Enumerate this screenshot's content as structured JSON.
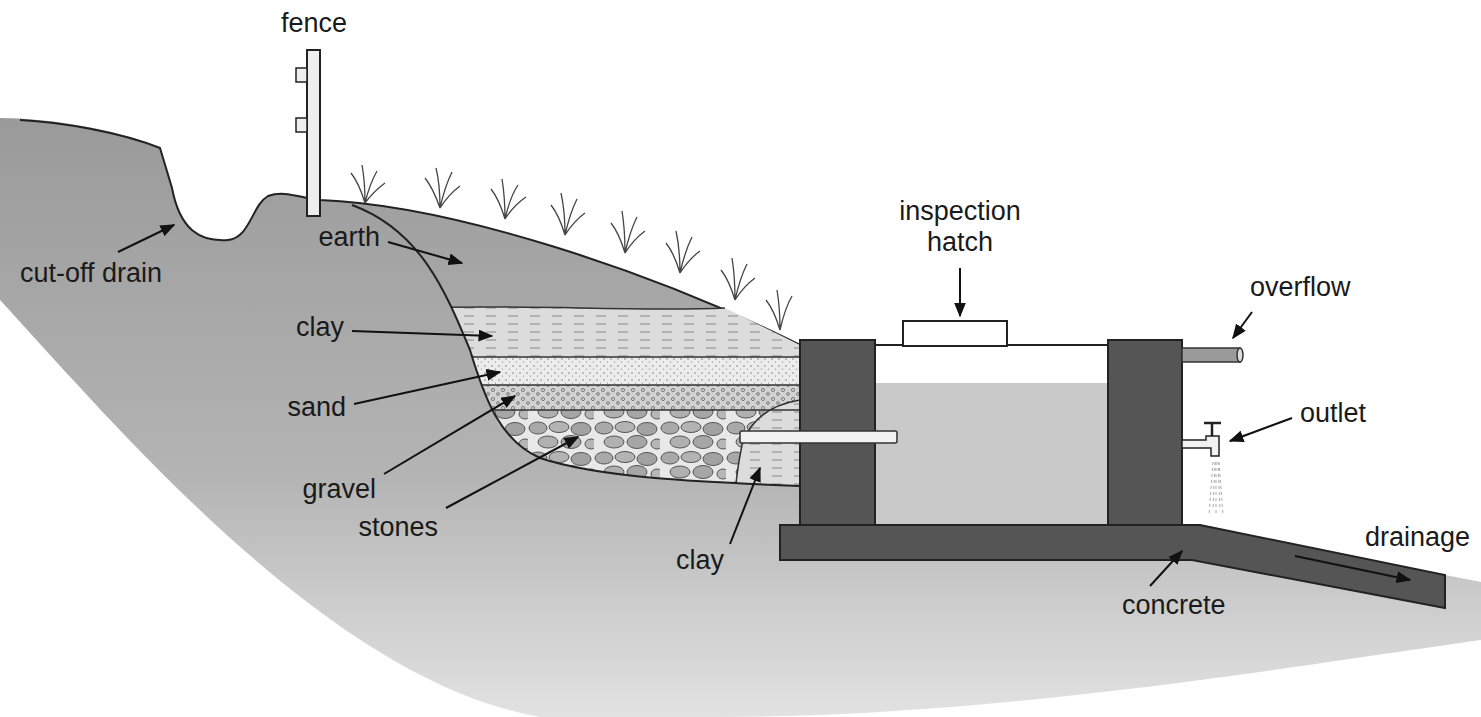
{
  "diagram": {
    "labels": [
      "fence",
      "cut-off drain",
      "earth",
      "clay",
      "sand",
      "gravel",
      "stones",
      "clay",
      "inspection hatch",
      "overflow",
      "outlet",
      "drainage",
      "concrete"
    ]
  }
}
